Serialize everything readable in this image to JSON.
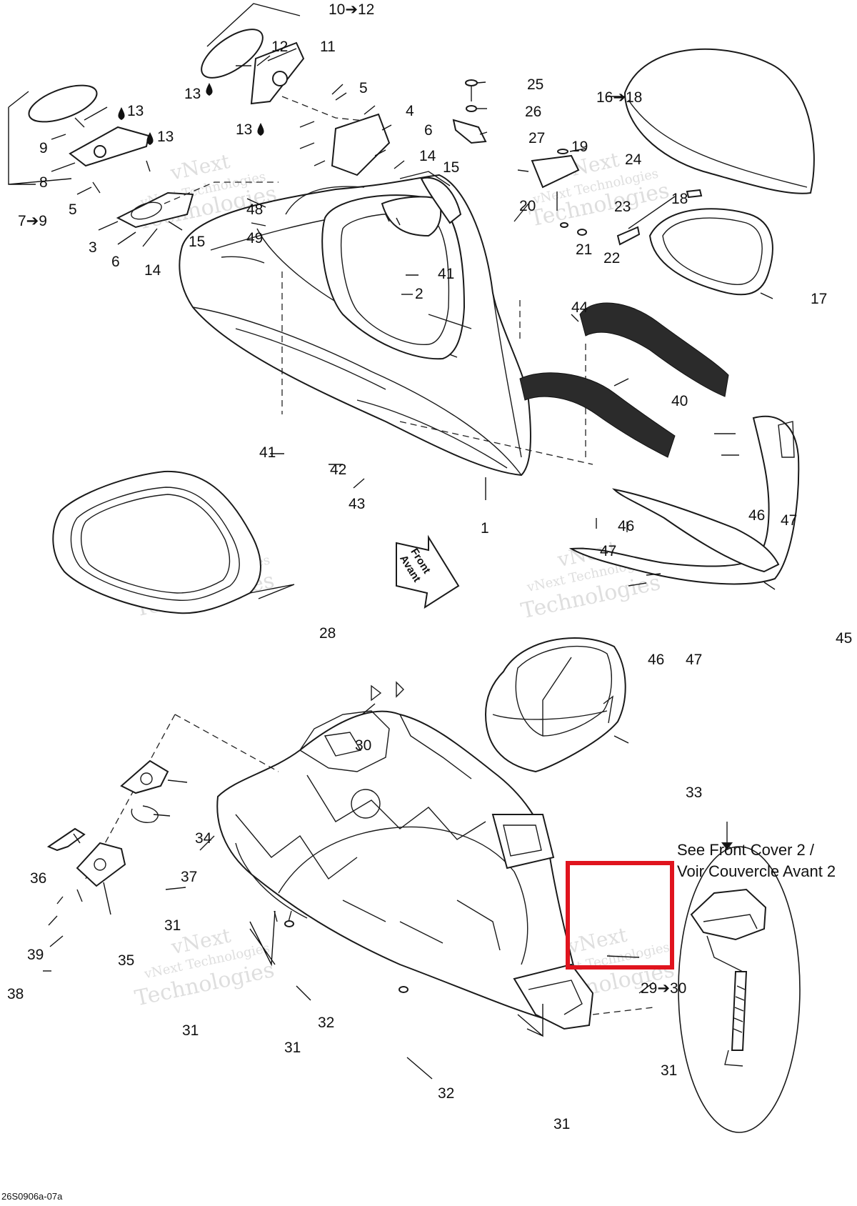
{
  "diagram": {
    "doc_code": "26S0906a-07a",
    "note": {
      "line1": "See Front Cover 2 /",
      "line2": "Voir Couvercle Avant 2"
    },
    "direction": {
      "line1": "Front",
      "line2": "Avant"
    },
    "watermark": {
      "line1": "vNext",
      "line2": "vNext Technologies",
      "line3": "Technologies"
    },
    "highlight_color": "#e0141e",
    "drop_icon": "drop-icon",
    "callouts": {
      "r10_12": "10➔12",
      "c11": "11",
      "c12": "12",
      "c13a": "13",
      "c13b": "13",
      "c13c": "13",
      "c13d": "13",
      "c9": "9",
      "c8": "8",
      "r7_9": "7➔9",
      "c5a": "5",
      "c3": "3",
      "c6a": "6",
      "c14a": "14",
      "c15a": "15",
      "c5b": "5",
      "c4": "4",
      "c6b": "6",
      "c14b": "14",
      "c15b": "15",
      "c48": "48",
      "c49": "49",
      "c25": "25",
      "c26": "26",
      "c27": "27",
      "c19": "19",
      "c24": "24",
      "c20": "20",
      "c23": "23",
      "c18a": "18",
      "c21": "21",
      "c22": "22",
      "r16_18": "16➔18",
      "c17": "17",
      "c41a": "41",
      "c2": "2",
      "c44": "44",
      "c40": "40",
      "c41b": "41",
      "c42": "42",
      "c43": "43",
      "c1": "1",
      "c46a": "46",
      "c47a": "47",
      "c46b": "46",
      "c47b": "47",
      "c46c": "46",
      "c47c": "47",
      "c45": "45",
      "c28": "28",
      "c30": "30",
      "c33": "33",
      "c34": "34",
      "c36": "36",
      "c37": "37",
      "c31a": "31",
      "c35": "35",
      "c39": "39",
      "c38": "38",
      "c31b": "31",
      "c31c": "31",
      "c32a": "32",
      "c32b": "32",
      "c31d": "31",
      "c31e": "31",
      "r29_30": "29➔30"
    }
  }
}
